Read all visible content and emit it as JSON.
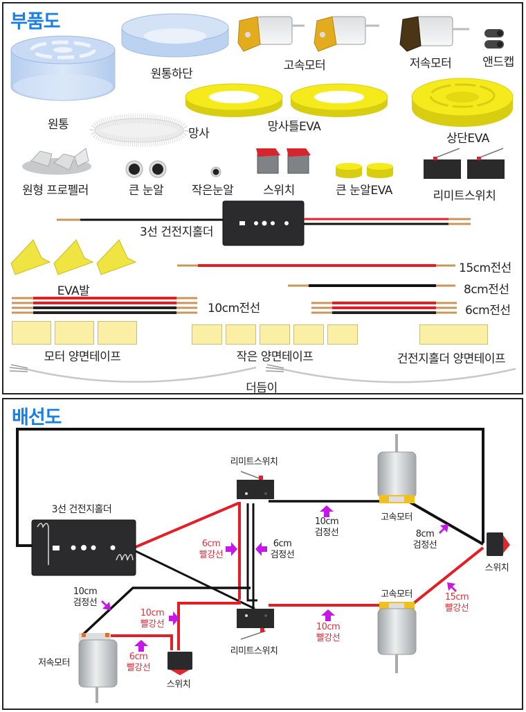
{
  "parts_section": {
    "title": "부품도",
    "labels": {
      "cylinder": "원통",
      "cylinder_bottom": "원통하단",
      "high_speed_motor": "고속모터",
      "low_speed_motor": "저속모터",
      "end_cap": "앤드캡",
      "mesh": "망사",
      "mesh_frame_eva": "망사틀EVA",
      "top_eva": "상단EVA",
      "propeller": "원형 프로펠러",
      "big_eye": "큰 눈알",
      "small_eye": "작은눈알",
      "switch": "스위치",
      "big_eye_eva": "큰 눈알EVA",
      "limit_switch": "리미트스위치",
      "battery_holder": "3선 건전지홀더",
      "eva_feet": "EVA발",
      "wire_15": "15cm전선",
      "wire_8": "8cm전선",
      "wire_10": "10cm전선",
      "wire_6": "6cm전선",
      "motor_tape": "모터 양면테이프",
      "small_tape": "작은 양면테이프",
      "holder_tape": "건전지홀더 양면테이프",
      "feeler": "더듬이"
    }
  },
  "wiring_section": {
    "title": "배선도",
    "components": {
      "battery_holder": "3선 건전지홀더",
      "limit_switch_top": "리미트스위치",
      "limit_switch_bottom": "리미트스위치",
      "high_motor_top": "고속모터",
      "high_motor_bottom": "고속모터",
      "low_motor": "저속모터",
      "switch_right": "스위치",
      "switch_bottom": "스위치"
    },
    "wire_labels": [
      {
        "id": "red6_top",
        "length": "6cm",
        "color_name": "빨강선"
      },
      {
        "id": "blk6",
        "length": "6cm",
        "color_name": "검정선"
      },
      {
        "id": "blk10_top",
        "length": "10cm",
        "color_name": "검정선"
      },
      {
        "id": "blk8",
        "length": "8cm",
        "color_name": "검정선"
      },
      {
        "id": "blk10_left",
        "length": "10cm",
        "color_name": "검정선"
      },
      {
        "id": "red10_left",
        "length": "10cm",
        "color_name": "빨강선"
      },
      {
        "id": "red6_bottom",
        "length": "6cm",
        "color_name": "빨강선"
      },
      {
        "id": "red10_bottom",
        "length": "10cm",
        "color_name": "빨강선"
      },
      {
        "id": "red15",
        "length": "15cm",
        "color_name": "빨강선"
      }
    ]
  },
  "colors": {
    "title_blue": "#1a7fe0",
    "wire_red": "#e41e26",
    "wire_black": "#111111",
    "arrow_magenta": "#c518e8",
    "eva_yellow": "#f4ea1c",
    "tape_yellow": "#fbeea5",
    "label_red": "#e0303a"
  }
}
